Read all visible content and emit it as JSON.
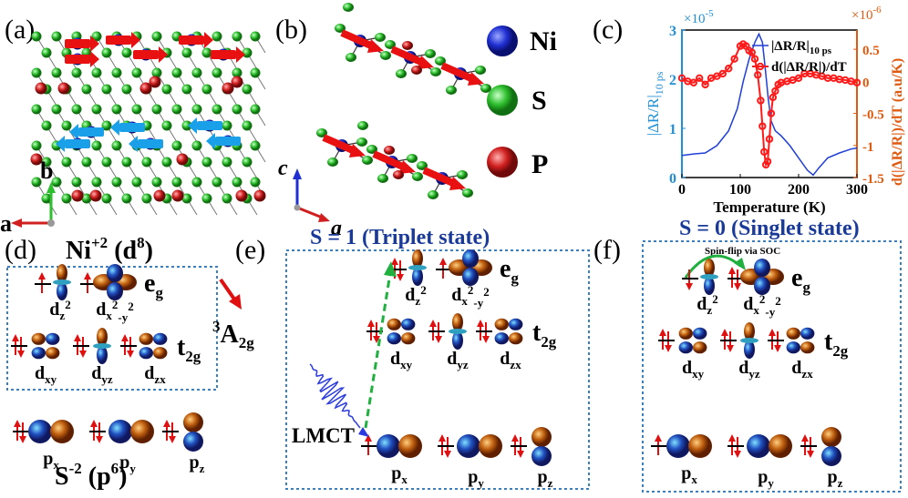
{
  "panels": {
    "a": {
      "label": "(a)",
      "axis_b": "b",
      "axis_a": "a"
    },
    "b": {
      "label": "(b)",
      "axis_c": "c",
      "axis_a": "a",
      "legend": [
        {
          "name": "Ni",
          "color": "#1f2fd1"
        },
        {
          "name": "S",
          "color": "#2dbf2d"
        },
        {
          "name": "P",
          "color": "#d11f1f"
        }
      ]
    },
    "c": {
      "label": "(c)"
    },
    "d": {
      "label": "(d)",
      "title_main": "Ni",
      "title_charge": "+2",
      "title_config_open": " (d",
      "title_config_sup": "8",
      "title_config_close": ")",
      "term_base": "A",
      "term_pre_sup": "3",
      "term_sub": "2g",
      "eg": "e",
      "eg_sub": "g",
      "t2g": "t",
      "t2g_sub": "2g",
      "orbitals": {
        "dz2": "d",
        "dz2_sub": "z",
        "dz2_sup": "2",
        "dx2y2": "d",
        "dx2y2_sub": "x",
        "dx2y2_sup": "2",
        "dx2y2_sub2": "-y",
        "dx2y2_sup2": "2",
        "dxy": "d",
        "dxy_sub": "xy",
        "dyz": "d",
        "dyz_sub": "yz",
        "dzx": "d",
        "dzx_sub": "zx"
      },
      "p": {
        "px": "p",
        "px_sub": "x",
        "py": "p",
        "py_sub": "y",
        "pz": "p",
        "pz_sub": "z"
      },
      "s_label": "S",
      "s_charge": "-2",
      "s_config_open": " (p",
      "s_config_sup": "6",
      "s_config_close": ")"
    },
    "e": {
      "label": "(e)",
      "title": "S = 1 (Triplet state)",
      "lmct": "LMCT"
    },
    "f": {
      "label": "(f)",
      "title": "S = 0 (Singlet state)",
      "spinflip": "Spin-flip via SOC"
    }
  },
  "chart_data": {
    "type": "line",
    "xlabel": "Temperature (K)",
    "ylabel_left": "|ΔR/R|",
    "ylabel_left_sub": "10 ps",
    "ylabel_right": "d(|ΔR/R|)/dT (a.u/K)",
    "xlim": [
      0,
      300
    ],
    "ylim_left": [
      0,
      3
    ],
    "ylim_right": [
      -1.5,
      0.8
    ],
    "x_ticks": [
      0,
      100,
      200,
      300
    ],
    "y_ticks_left": [
      0,
      1,
      2,
      3
    ],
    "y_ticks_right": [
      -1.5,
      -1,
      -0.5,
      0,
      0.5
    ],
    "y_tick_labels_right": [
      "-1.5",
      "-1",
      "-0.5",
      "0",
      "0.5"
    ],
    "left_scale": "×10",
    "left_scale_sup": "-5",
    "right_scale": "×10",
    "right_scale_sup": "-6",
    "colors": {
      "left": "#1f3fd8",
      "right": "#ff1a1a",
      "left_axis": "#1f8fd8",
      "right_axis": "#e05a10"
    },
    "series": [
      {
        "name": "|ΔR/R|",
        "name_sub": "10 ps",
        "axis": "left",
        "x": [
          0,
          20,
          40,
          60,
          80,
          95,
          105,
          115,
          125,
          132,
          138,
          143,
          148,
          153,
          160,
          170,
          185,
          200,
          215,
          225,
          235,
          250,
          270,
          290,
          300
        ],
        "y": [
          0.45,
          0.48,
          0.5,
          0.65,
          0.95,
          1.4,
          1.95,
          2.4,
          2.75,
          2.92,
          2.75,
          2.2,
          1.6,
          1.15,
          0.95,
          0.85,
          0.65,
          0.4,
          0.15,
          0.05,
          0.2,
          0.4,
          0.5,
          0.58,
          0.6
        ]
      },
      {
        "name": "d(|ΔR/R|)/dT",
        "axis": "right",
        "x": [
          0,
          10,
          20,
          30,
          40,
          50,
          60,
          70,
          80,
          90,
          100,
          105,
          110,
          115,
          120,
          125,
          130,
          135,
          138,
          141,
          144,
          147,
          150,
          153,
          156,
          160,
          165,
          170,
          180,
          190,
          200,
          210,
          220,
          230,
          240,
          250,
          260,
          270,
          280,
          290,
          300
        ],
        "y": [
          0.05,
          0.0,
          -0.02,
          0.05,
          -0.05,
          0.05,
          0.08,
          0.12,
          0.2,
          0.35,
          0.55,
          0.58,
          0.55,
          0.48,
          0.45,
          0.35,
          0.1,
          -0.3,
          -0.7,
          -1.1,
          -1.3,
          -1.25,
          -0.9,
          -0.5,
          -0.25,
          -0.15,
          -0.05,
          -0.02,
          0.0,
          0.02,
          0.05,
          0.12,
          0.12,
          0.1,
          0.08,
          0.05,
          0.05,
          0.03,
          0.02,
          0.0,
          -0.02
        ]
      }
    ]
  }
}
